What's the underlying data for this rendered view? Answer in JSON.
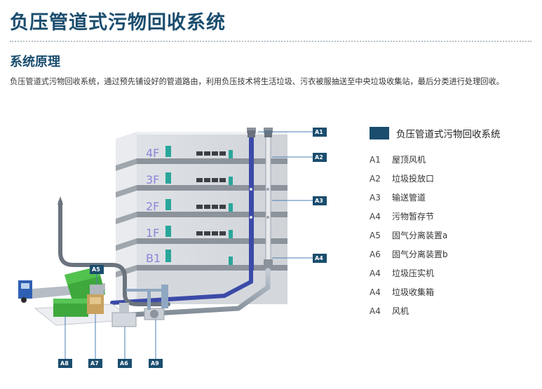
{
  "header": {
    "title": "负压管道式污物回收系统",
    "subtitle": "系统原理",
    "description": "负压管道式污物回收系统，通过预先铺设好的管道路由，利用负压技术将生活垃圾、污衣被服抽送至中央垃圾收集站，最后分类进行处理回收。"
  },
  "diagram": {
    "floors": [
      "4F",
      "3F",
      "2F",
      "1F",
      "B1"
    ],
    "tags": [
      "A1",
      "A2",
      "A3",
      "A4",
      "A5",
      "A6",
      "A7",
      "A8",
      "A9"
    ]
  },
  "legend": {
    "title": "负压管道式污物回收系统",
    "swatch_color": "#1a4d6e",
    "items": [
      {
        "code": "A1",
        "label": "屋顶风机"
      },
      {
        "code": "A2",
        "label": "垃圾投放口"
      },
      {
        "code": "A3",
        "label": "输送管道"
      },
      {
        "code": "A4",
        "label": "污物暂存节"
      },
      {
        "code": "A5",
        "label": "固气分离装置a"
      },
      {
        "code": "A6",
        "label": "固气分离装置b"
      },
      {
        "code": "A4",
        "label": "垃圾压实机"
      },
      {
        "code": "A4",
        "label": "垃圾收集箱"
      },
      {
        "code": "A4",
        "label": "风机"
      }
    ]
  }
}
